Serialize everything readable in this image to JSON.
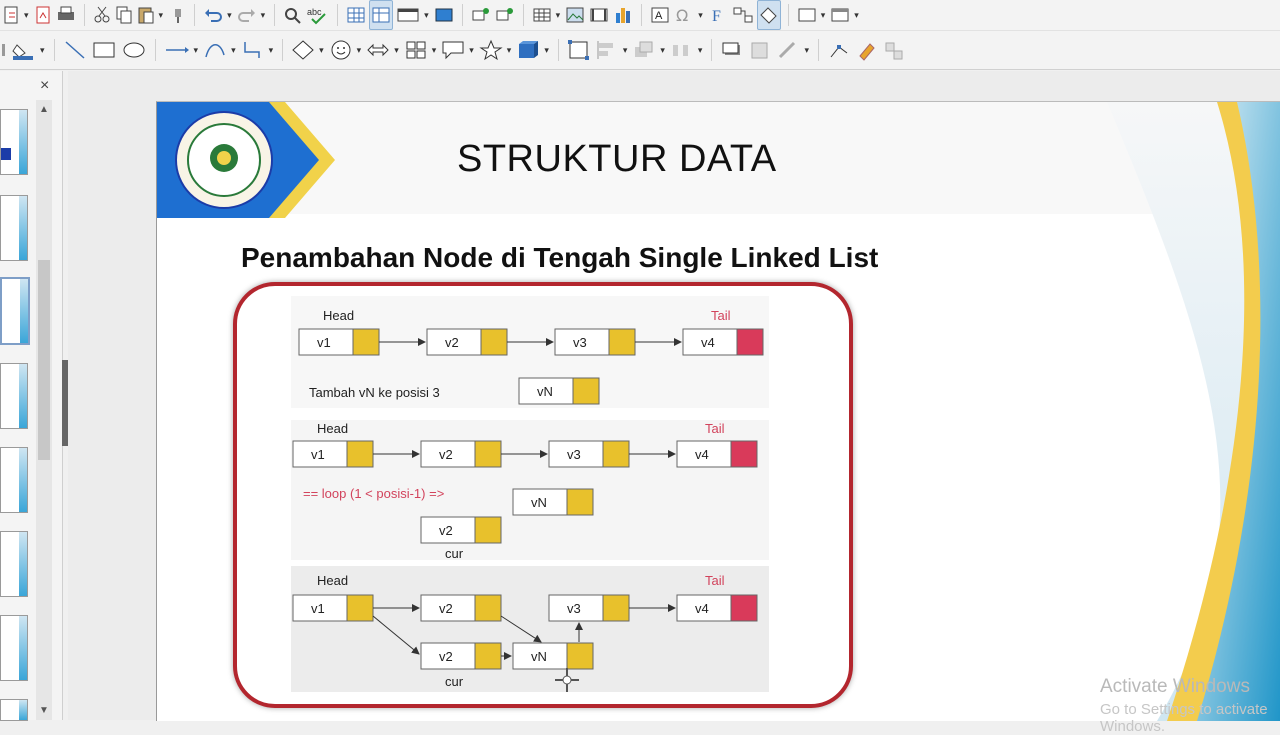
{
  "toolbar_top": {
    "icons": [
      "export-icon",
      "export-pdf-icon",
      "print-icon",
      "cut-icon",
      "copy-icon",
      "paste-icon",
      "clone-formatting-icon",
      "undo-icon",
      "redo-icon",
      "find-replace-icon",
      "spelling-icon",
      "grid-icon",
      "display-grid-icon",
      "display-views-icon",
      "slide-icon",
      "slide-show-icon",
      "hyperlink-icon",
      "link-icon",
      "table-icon",
      "image-icon",
      "media-icon",
      "chart-icon",
      "textbox-icon",
      "special-character-icon",
      "fontwork-icon",
      "connector-icon",
      "shapes-icon",
      "master-slide-icon",
      "window-icon"
    ]
  },
  "toolbar_draw": {
    "icons": [
      "select-icon",
      "fill-color-icon",
      "line-icon",
      "rectangle-icon",
      "ellipse-icon",
      "arrow-line-icon",
      "curve-icon",
      "connector-icon",
      "diamond-icon",
      "smiley-icon",
      "double-arrow-icon",
      "flowchart-icon",
      "callout-icon",
      "star-icon",
      "3d-object-icon",
      "transformations-icon",
      "align-icon",
      "arrange-icon",
      "distribute-icon",
      "shadow-icon",
      "crop-icon",
      "filter-icon",
      "points-icon",
      "glue-points-icon",
      "toggle-extrusion-icon"
    ]
  },
  "panel": {
    "close": "×"
  },
  "slide": {
    "title": "STRUKTUR DATA",
    "subtitle": "Penambahan Node di Tengah Single Linked List"
  },
  "diagram": {
    "head": "Head",
    "tail": "Tail",
    "nodes": [
      "v1",
      "v2",
      "v3",
      "v4",
      "vN"
    ],
    "instruction": "Tambah vN ke posisi 3",
    "loop": "== loop (1 < posisi-1) =>",
    "cur": "cur",
    "colors": {
      "data_fill": "#e8c12c",
      "tail_fill": "#d93a5a",
      "frame": "#b3262e"
    }
  },
  "watermark": {
    "line1": "Activate Windows",
    "line2": "Go to Settings to activate Windows."
  }
}
